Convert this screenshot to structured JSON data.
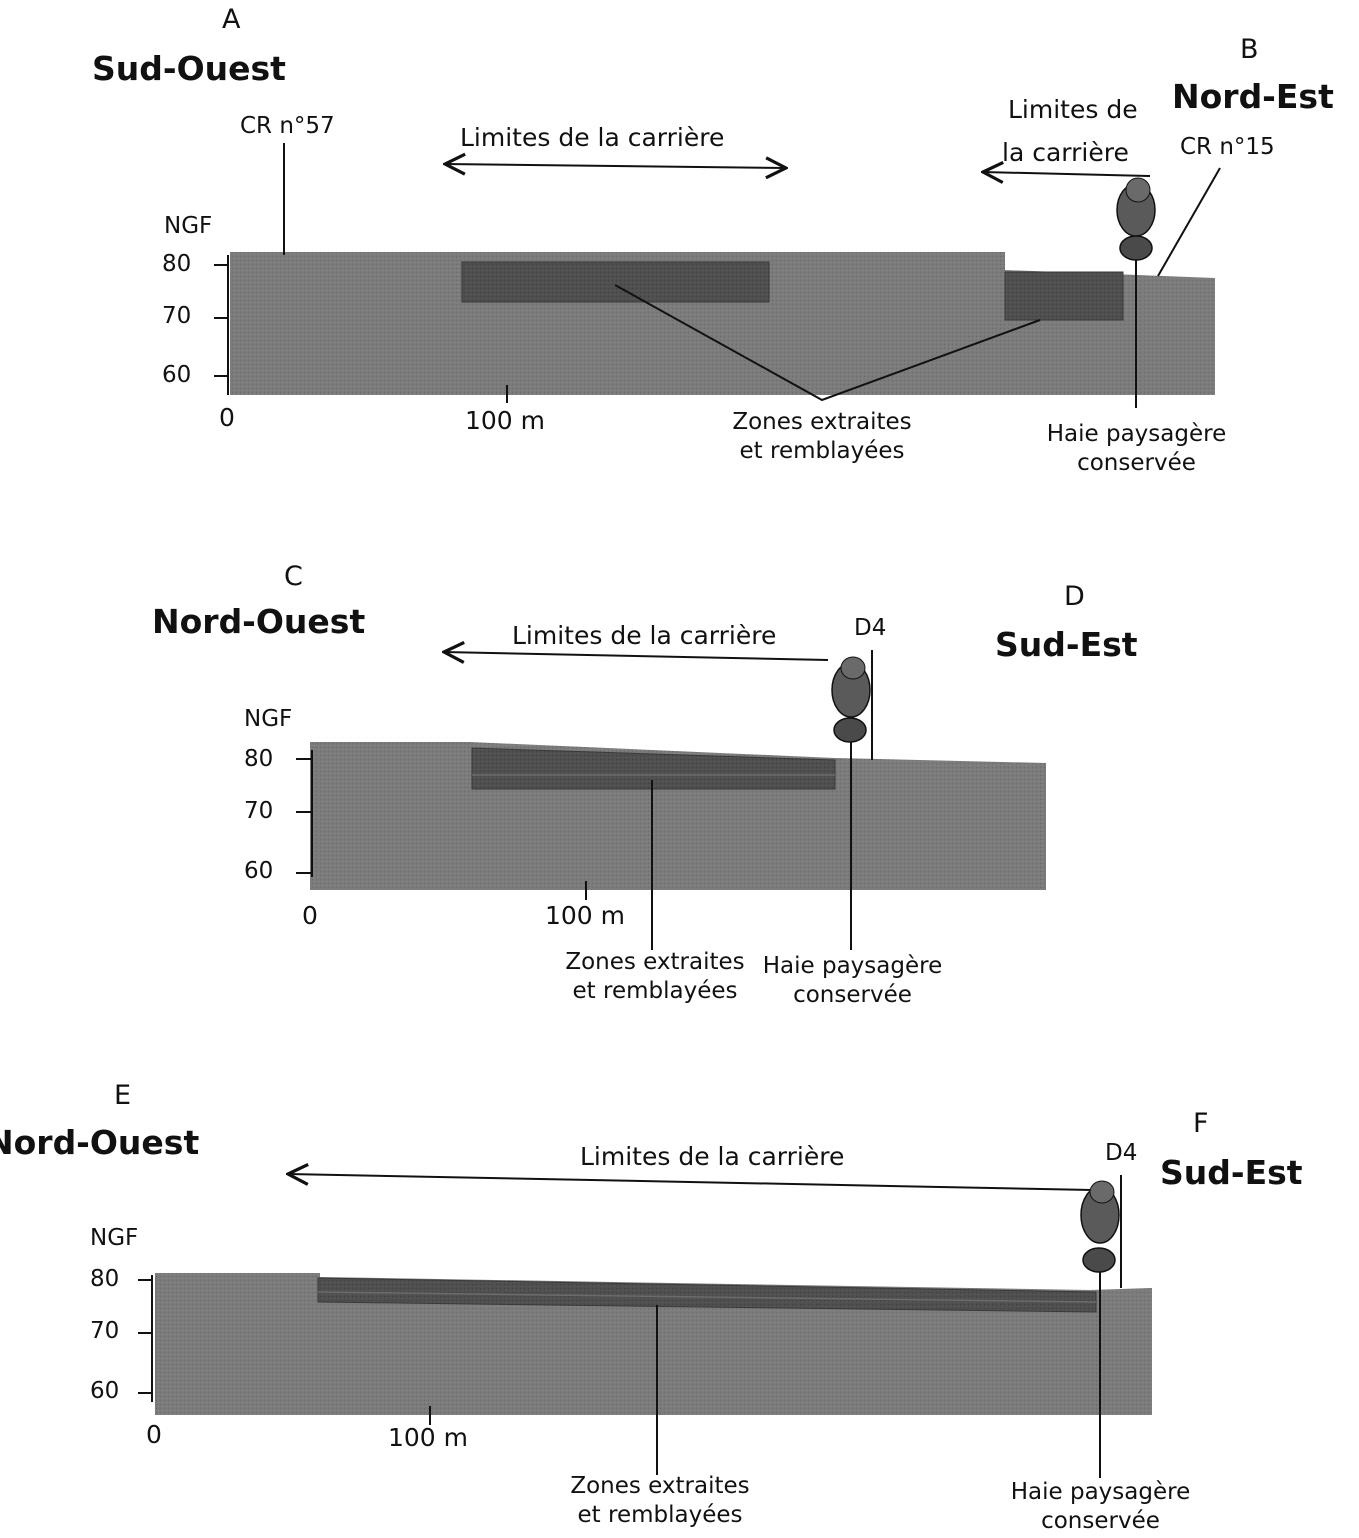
{
  "sections": [
    {
      "id": "A-B",
      "left_letter": "A",
      "left_direction": "Sud-Ouest",
      "right_letter": "B",
      "right_direction": "Nord-Est",
      "left_road": "CR n°57",
      "right_road": "CR n°15",
      "quarry_limits": [
        "Limites de la carrière",
        "Limites de",
        "la carrière"
      ],
      "axis_title": "NGF",
      "y_ticks": [
        "80",
        "70",
        "60"
      ],
      "x_ticks": [
        "0",
        "100 m"
      ],
      "zones_label": [
        "Zones extraites",
        "et remblayées"
      ],
      "hedge_label": [
        "Haie paysagère",
        "conservée"
      ]
    },
    {
      "id": "C-D",
      "left_letter": "C",
      "left_direction": "Nord-Ouest",
      "right_letter": "D",
      "right_direction": "Sud-Est",
      "road": "D4",
      "quarry_limits": "Limites de la carrière",
      "axis_title": "NGF",
      "y_ticks": [
        "80",
        "70",
        "60"
      ],
      "x_ticks": [
        "0",
        "100 m"
      ],
      "zones_label": [
        "Zones extraites",
        "et remblayées"
      ],
      "hedge_label": [
        "Haie paysagère",
        "conservée"
      ]
    },
    {
      "id": "E-F",
      "left_letter": "E",
      "left_direction": "Nord-Ouest",
      "right_letter": "F",
      "right_direction": "Sud-Est",
      "road": "D4",
      "quarry_limits": "Limites de la carrière",
      "axis_title": "NGF",
      "y_ticks": [
        "80",
        "70",
        "60"
      ],
      "x_ticks": [
        "0",
        "100 m"
      ],
      "zones_label": [
        "Zones extraites",
        "et remblayées"
      ],
      "hedge_label": [
        "Haie paysagère",
        "conservée"
      ]
    }
  ],
  "colors": {
    "ground": "#7d7d7d",
    "excavation": "#4e4e4e",
    "tree": "#555555",
    "line": "#111111"
  }
}
